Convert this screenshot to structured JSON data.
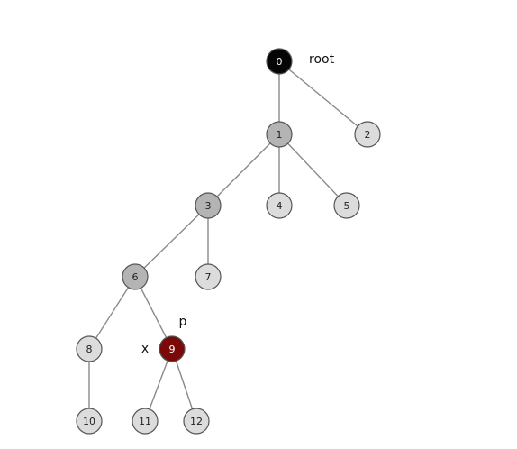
{
  "diagram": {
    "nodes": [
      {
        "id": "0",
        "style": "root"
      },
      {
        "id": "1",
        "style": "normal"
      },
      {
        "id": "2",
        "style": "light"
      },
      {
        "id": "3",
        "style": "normal"
      },
      {
        "id": "4",
        "style": "light"
      },
      {
        "id": "5",
        "style": "light"
      },
      {
        "id": "6",
        "style": "normal"
      },
      {
        "id": "7",
        "style": "light"
      },
      {
        "id": "8",
        "style": "light"
      },
      {
        "id": "9",
        "style": "highlight"
      },
      {
        "id": "10",
        "style": "light"
      },
      {
        "id": "11",
        "style": "light"
      },
      {
        "id": "12",
        "style": "light"
      }
    ],
    "edges": [
      [
        "0",
        "1"
      ],
      [
        "0",
        "2"
      ],
      [
        "1",
        "3"
      ],
      [
        "1",
        "4"
      ],
      [
        "1",
        "5"
      ],
      [
        "3",
        "6"
      ],
      [
        "3",
        "7"
      ],
      [
        "6",
        "8"
      ],
      [
        "6",
        "9"
      ],
      [
        "8",
        "10"
      ],
      [
        "9",
        "11"
      ],
      [
        "9",
        "12"
      ]
    ],
    "annotations": [
      {
        "node": "0",
        "text": "root"
      },
      {
        "node": "9",
        "text": "p"
      },
      {
        "node": "9",
        "text": "x"
      }
    ]
  },
  "colors": {
    "root": "#050505",
    "normal": "#b4b4b4",
    "light": "#dcdcdc",
    "highlight": "#7a0a0a",
    "label_dark": "#222222",
    "label_light": "#ffffff",
    "edge": "#8a8a8a"
  }
}
